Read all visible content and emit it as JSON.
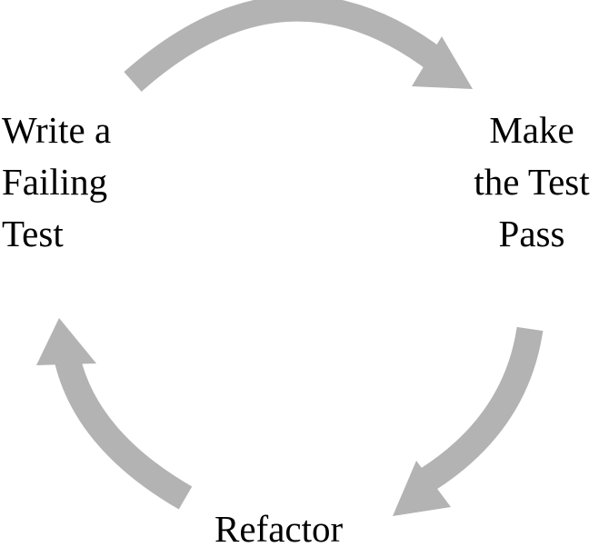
{
  "colors": {
    "arrow": "#b3b3b3",
    "text": "#000000",
    "background": "#ffffff"
  },
  "steps": [
    {
      "id": "write",
      "lines": [
        "Write a",
        "Failing",
        "Test"
      ]
    },
    {
      "id": "make",
      "lines": [
        "Make",
        "the Test",
        "Pass"
      ]
    },
    {
      "id": "refactor",
      "lines": [
        "Refactor"
      ]
    }
  ]
}
